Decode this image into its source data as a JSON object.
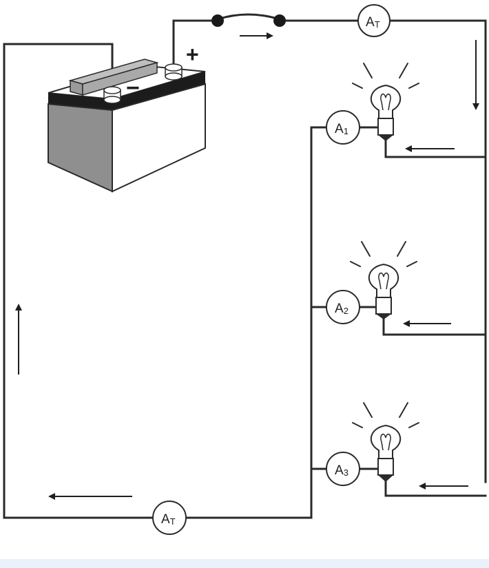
{
  "battery": {
    "positive_sign": "+",
    "negative_sign": "−",
    "colors": {
      "case_front": "#ffffff",
      "case_side": "#8f8f8f",
      "band": "#1c1c1c",
      "handle": "#a9a9a9"
    }
  },
  "meters": {
    "total_top": {
      "letter": "A",
      "sub": "T"
    },
    "total_bottom": {
      "letter": "A",
      "sub": "T"
    },
    "branch_1": {
      "letter": "A",
      "sub": "1"
    },
    "branch_2": {
      "letter": "A",
      "sub": "2"
    },
    "branch_3": {
      "letter": "A",
      "sub": "3"
    }
  },
  "colors": {
    "wire": "#2a2a2a",
    "background": "#ffffff",
    "footer_band": "#e9f1fb"
  },
  "icons": [
    "battery-icon",
    "switch-icon",
    "lamp-icon",
    "arrow-icon",
    "ammeter-icon"
  ]
}
